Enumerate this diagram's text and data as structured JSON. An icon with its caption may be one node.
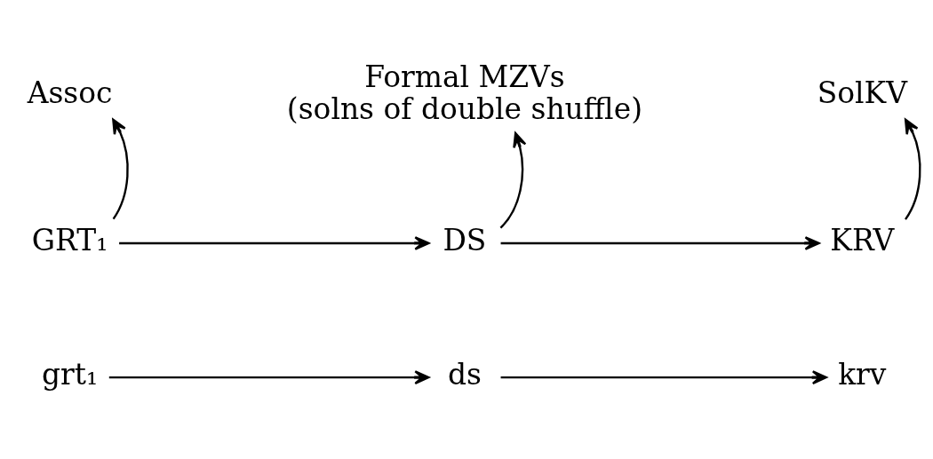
{
  "diagram": {
    "nodes": [
      {
        "text": [
          "Assoc"
        ]
      },
      {
        "text": [
          "Formal MZVs",
          "(solns of double shuffle)"
        ]
      },
      {
        "text": [
          "SolKV"
        ]
      },
      {
        "text": [
          "GRT₁"
        ]
      },
      {
        "text": [
          "DS"
        ]
      },
      {
        "text": [
          "KRV"
        ]
      },
      {
        "text": [
          "grt₁"
        ]
      },
      {
        "text": [
          "ds"
        ]
      },
      {
        "text": [
          "krv"
        ]
      }
    ],
    "edges": [
      {
        "from": 3,
        "to": 0,
        "arrow": "to"
      },
      {
        "from": 4,
        "to": 1,
        "arrow": "to"
      },
      {
        "from": 5,
        "to": 2,
        "arrow": "to"
      },
      {
        "from": 3,
        "to": 4,
        "arrow": "to"
      },
      {
        "from": 4,
        "to": 5,
        "arrow": "to"
      },
      {
        "from": 6,
        "to": 7,
        "arrow": "to"
      },
      {
        "from": 7,
        "to": 8,
        "arrow": "to"
      }
    ]
  }
}
